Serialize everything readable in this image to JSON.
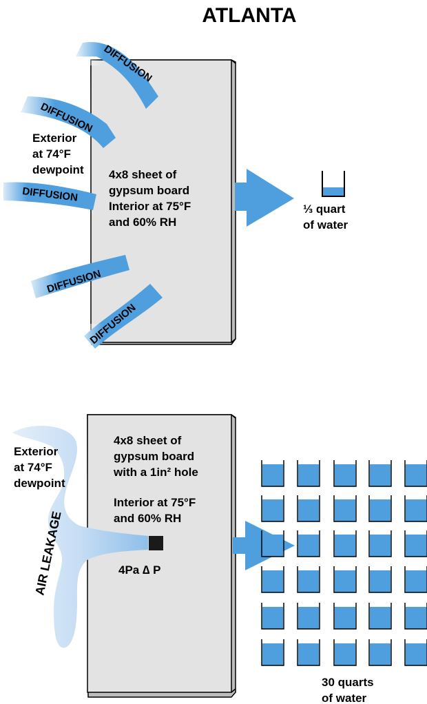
{
  "title": "ATLANTA",
  "colors": {
    "arrow_blue": "#4f9fde",
    "water_blue": "#4f9fde",
    "air_light": "#cfe3f6",
    "panel_fill": "#e3e3e3",
    "panel_edge": "#000000"
  },
  "top_panel": {
    "exterior_label": [
      "Exterior",
      "at 74°F",
      "dewpoint"
    ],
    "panel_label": [
      "4x8 sheet of",
      "gypsum board",
      "Interior at 75°F",
      "and 60% RH"
    ],
    "diffusion_label": "DIFFUSION",
    "result_label": [
      "⅓ quart",
      "of water"
    ],
    "result_fraction": 0.333,
    "result_unit": "quart"
  },
  "bottom_panel": {
    "exterior_label": [
      "Exterior",
      "at 74°F",
      "dewpoint"
    ],
    "panel_label": [
      "4x8 sheet of",
      "gypsum board",
      "with a 1in² hole"
    ],
    "interior_label": [
      "Interior at 75°F",
      "and 60% RH"
    ],
    "air_label": "AIR LEAKAGE",
    "pressure_label": "4Pa ∆ P",
    "result_label": [
      "30 quarts",
      "of water"
    ],
    "result_count": 30,
    "result_unit": "quarts"
  }
}
